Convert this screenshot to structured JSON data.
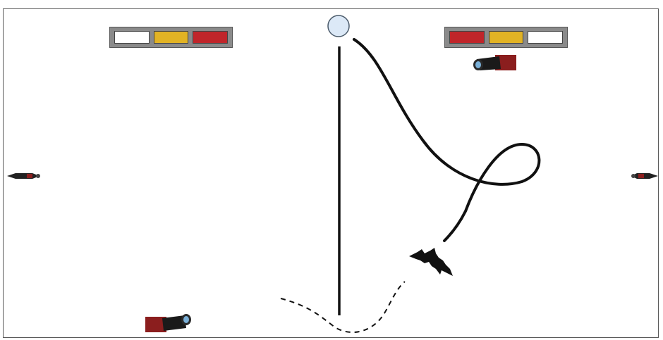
{
  "colors": {
    "background": "#ffffff",
    "frame": "#5a5a5a",
    "panel": "#8a8a8a",
    "white_light": "#ffffff",
    "yellow_light": "#e2b324",
    "red_light": "#c0252a",
    "ball_fill": "#dce9f7",
    "ball_stroke": "#4a5a6a",
    "path": "#111111",
    "camera_body": "#8b1e1e",
    "camera_lens": "#2a2a2a",
    "bat": "#111111",
    "sensor": "#222222"
  },
  "panels": {
    "left": [
      {
        "name": "white-light",
        "color": "#ffffff"
      },
      {
        "name": "yellow-light",
        "color": "#e2b324"
      },
      {
        "name": "red-light",
        "color": "#c0252a"
      }
    ],
    "right": [
      {
        "name": "red-light",
        "color": "#c0252a"
      },
      {
        "name": "yellow-light",
        "color": "#e2b324"
      },
      {
        "name": "white-light",
        "color": "#ffffff"
      }
    ]
  },
  "icons": {
    "ball": "ball-icon",
    "bat": "bat-icon",
    "camera_top": "camera-icon",
    "camera_bottom": "camera-icon",
    "sensor_left": "sensor-icon",
    "sensor_right": "sensor-icon"
  }
}
